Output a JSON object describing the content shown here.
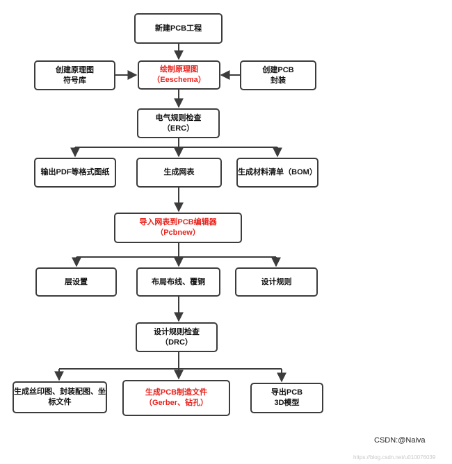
{
  "nodes": {
    "new_project": {
      "line1": "新建PCB工程",
      "line2": ""
    },
    "symbol_lib": {
      "line1": "创建原理图",
      "line2": "符号库"
    },
    "draw_schematic": {
      "line1": "绘制原理图",
      "line2": "（Eeschema）",
      "color": "#e8231d"
    },
    "footprint": {
      "line1": "创建PCB",
      "line2": "封装"
    },
    "erc": {
      "line1": "电气规则检查",
      "line2": "（ERC）"
    },
    "export_pdf": {
      "line1": "输出PDF等格式图纸",
      "line2": ""
    },
    "netlist": {
      "line1": "生成网表",
      "line2": ""
    },
    "bom": {
      "line1": "生成材料清单（BOM）",
      "line2": ""
    },
    "import_pcbnew": {
      "line1": "导入网表到PCB编辑器",
      "line2": "（Pcbnew）",
      "color": "#e8231d"
    },
    "layers": {
      "line1": "层设置",
      "line2": ""
    },
    "layout": {
      "line1": "布局布线、覆铜",
      "line2": ""
    },
    "design_rules": {
      "line1": "设计规则",
      "line2": ""
    },
    "drc": {
      "line1": "设计规则检查",
      "line2": "（DRC）"
    },
    "silkscreen": {
      "line1": "生成丝印图、封装配图、坐",
      "line2": "标文件"
    },
    "manufacturing": {
      "line1": "生成PCB制造文件",
      "line2": "（Gerber、钻孔）",
      "color": "#e8231d"
    },
    "export_3d": {
      "line1": "导出PCB",
      "line2": "3D模型"
    }
  },
  "watermark": "CSDN:@Naiva",
  "faint_url": "https://blog.csdn.net/u010076039"
}
